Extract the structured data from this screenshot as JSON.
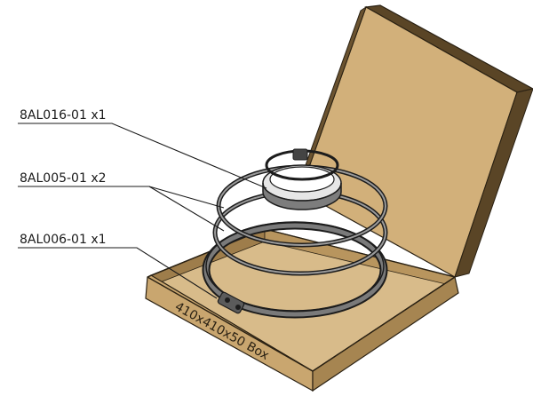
{
  "callouts": {
    "part1": "8AL016-01 x1",
    "part2": "8AL005-01 x2",
    "part3": "8AL006-01 x1"
  },
  "box": {
    "label": "410x410x50 Box"
  },
  "colors": {
    "cardboard_light": "#d4b483",
    "cardboard_mid": "#c8a56e",
    "cardboard_dark": "#5a4526",
    "ring_stroke": "#1c1c1c",
    "ring_band": "#6f6f6f",
    "ring_inner": "#cfcfcf"
  }
}
